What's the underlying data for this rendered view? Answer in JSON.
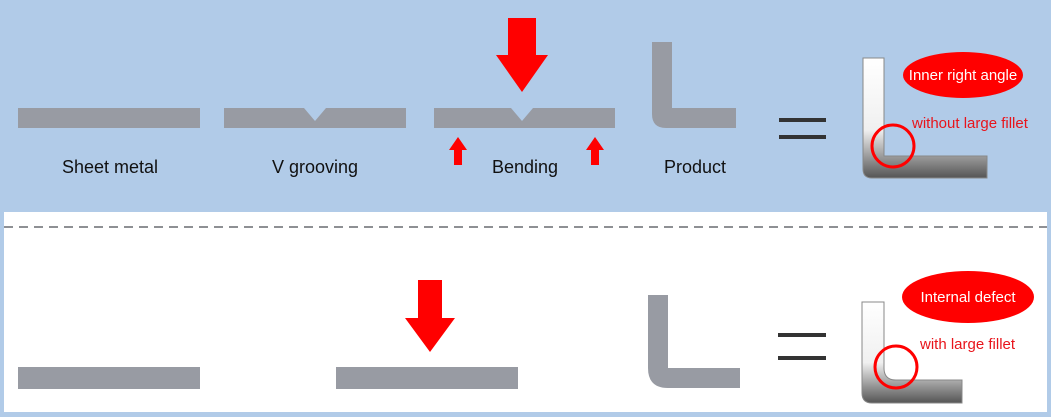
{
  "top": {
    "labels": {
      "sheet_metal": "Sheet metal",
      "v_grooving": "V grooving",
      "bending": "Bending",
      "product": "Product"
    },
    "callout": "Inner right angle",
    "note": "without large fillet"
  },
  "bottom": {
    "callout": "Internal defect",
    "note": "with large fillet"
  },
  "colors": {
    "background_top": "#b1cbe8",
    "metal": "#989ba3",
    "arrow": "#ff0000",
    "note": "#e8141b"
  }
}
